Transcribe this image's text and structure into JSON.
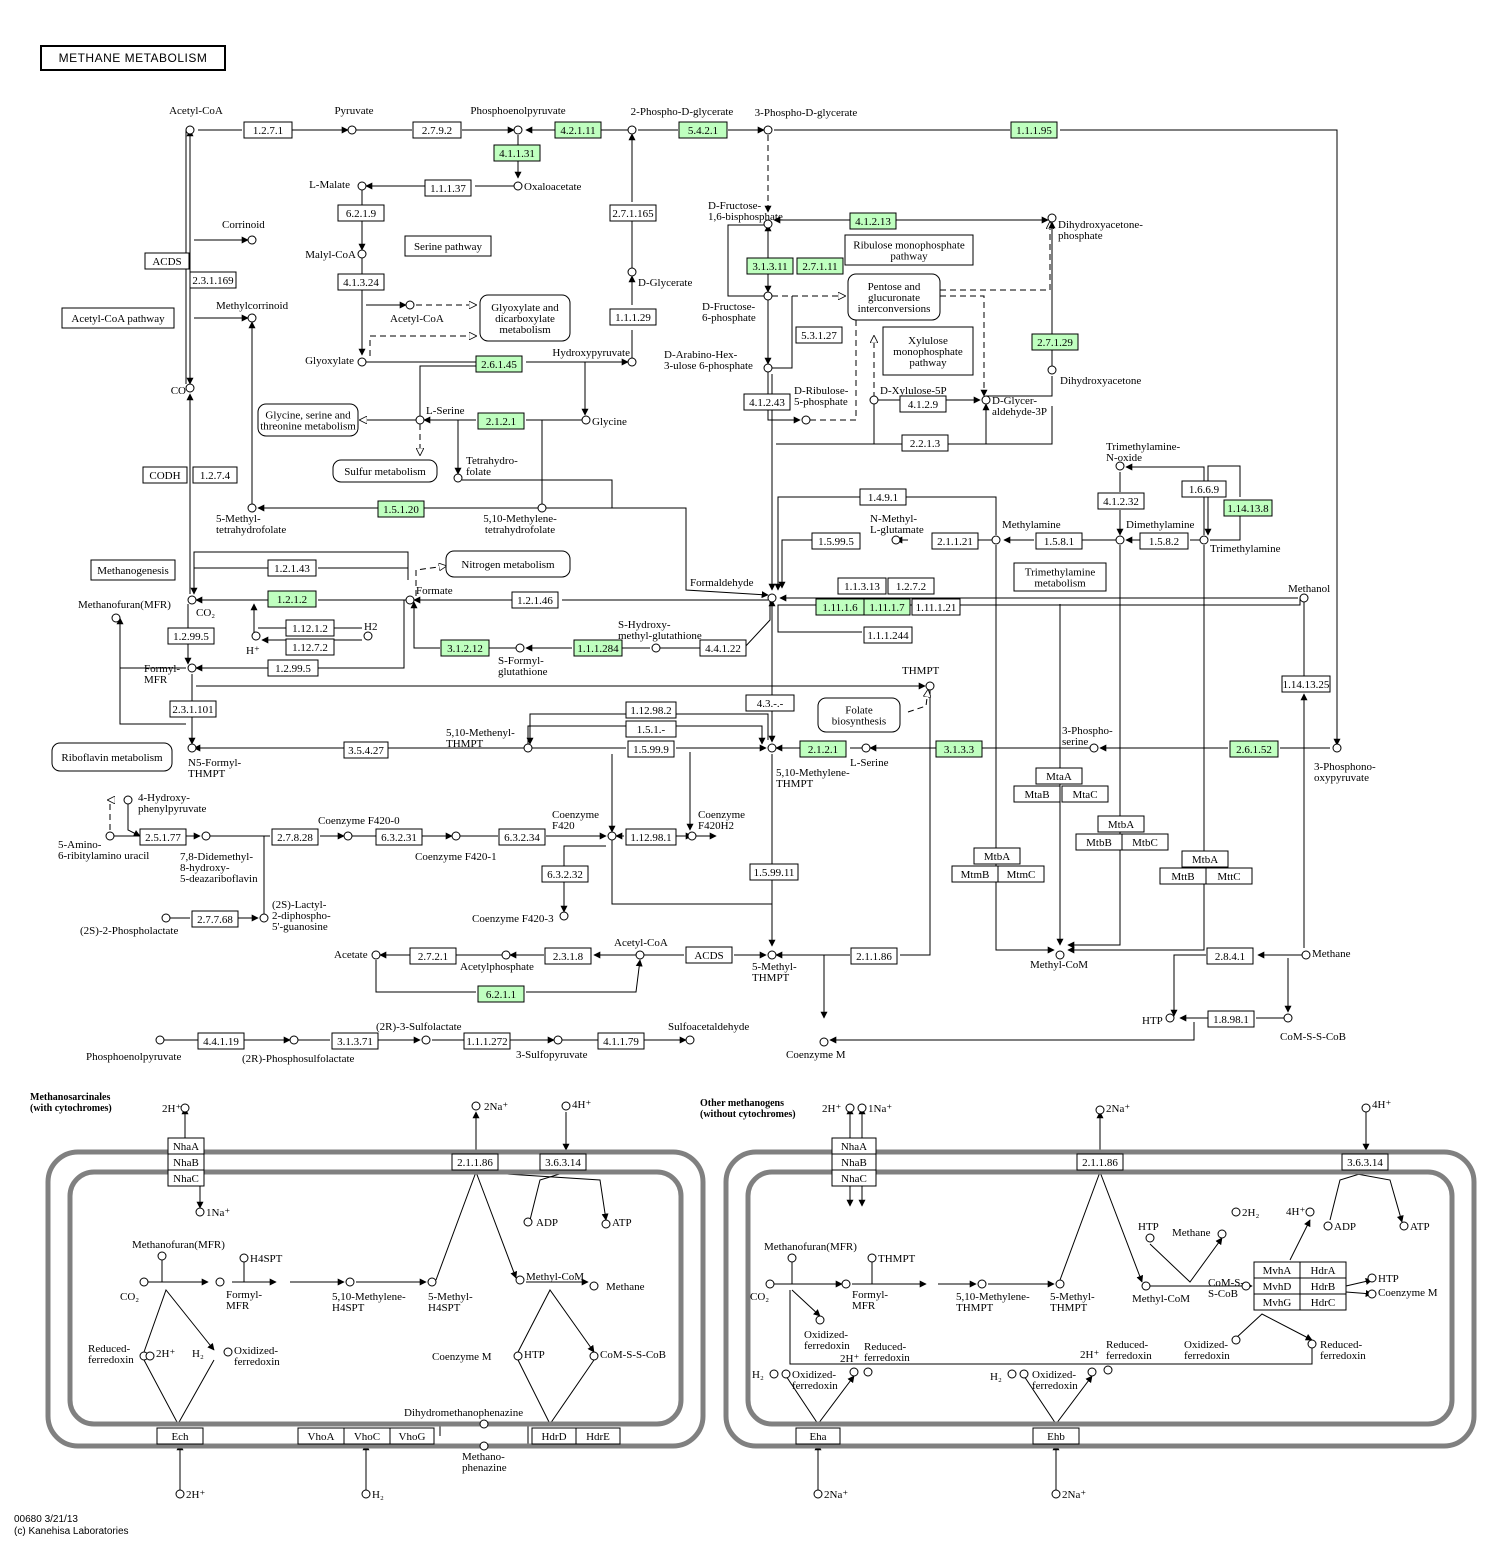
{
  "map": {
    "title": "METHANE METABOLISM",
    "map_id": "00680 3/21/13",
    "copyright": "(c) Kanehisa Laboratories",
    "highlight_color": "#bfffbf",
    "line_color": "#000000",
    "membrane_color": "#808080"
  },
  "compounds": [
    {
      "id": "acetyl-coa",
      "label": "Acetyl-CoA"
    },
    {
      "id": "pyruvate",
      "label": "Pyruvate"
    },
    {
      "id": "pep",
      "label": "Phosphoenolpyruvate"
    },
    {
      "id": "pg2",
      "label": "2-Phospho-D-glycerate"
    },
    {
      "id": "pg3",
      "label": "3-Phospho-D-glycerate"
    },
    {
      "id": "oxaloacetate",
      "label": "Oxaloacetate"
    },
    {
      "id": "l-malate",
      "label": "L-Malate"
    },
    {
      "id": "corrinoid",
      "label": "Corrinoid"
    },
    {
      "id": "malyl-coa",
      "label": "Malyl-CoA"
    },
    {
      "id": "methylcorrinoid",
      "label": "Methylcorrinoid"
    },
    {
      "id": "acetyl-coa-2",
      "label": "Acetyl-CoA"
    },
    {
      "id": "glyoxylate",
      "label": "Glyoxylate"
    },
    {
      "id": "hydroxypyruvate",
      "label": "Hydroxypyruvate"
    },
    {
      "id": "d-glycerate",
      "label": "D-Glycerate"
    },
    {
      "id": "co",
      "label": "CO"
    },
    {
      "id": "l-serine",
      "label": "L-Serine"
    },
    {
      "id": "glycine",
      "label": "Glycine"
    },
    {
      "id": "thf",
      "label": "Tetrahydro-\nfolate"
    },
    {
      "id": "mthf",
      "label": "5-Methyl-\ntetrahydrofolate"
    },
    {
      "id": "methylene-thf",
      "label": "5,10-Methylene-\ntetrahydrofolate"
    },
    {
      "id": "fbp",
      "label": "D-Fructose-\n1,6-bisphosphate"
    },
    {
      "id": "f6p",
      "label": "D-Fructose-\n6-phosphate"
    },
    {
      "id": "hu6p",
      "label": "D-Arabino-Hex-\n3-ulose 6-phosphate"
    },
    {
      "id": "ru5p",
      "label": "D-Ribulose-\n5-phosphate"
    },
    {
      "id": "xu5p",
      "label": "D-Xylulose-5P"
    },
    {
      "id": "g3p",
      "label": "D-Glycer-\naldehyde-3P"
    },
    {
      "id": "dhap",
      "label": "Dihydroxyacetone-\nphosphate"
    },
    {
      "id": "dha",
      "label": "Dihydroxyacetone"
    },
    {
      "id": "tmao",
      "label": "Trimethylamine-\nN-oxide"
    },
    {
      "id": "nmg",
      "label": "N-Methyl-\nL-glutamate"
    },
    {
      "id": "methylamine",
      "label": "Methylamine"
    },
    {
      "id": "dimethylamine",
      "label": "Dimethylamine"
    },
    {
      "id": "trimethylamine",
      "label": "Trimethylamine"
    },
    {
      "id": "formaldehyde",
      "label": "Formaldehyde"
    },
    {
      "id": "methanol",
      "label": "Methanol"
    },
    {
      "id": "methanofuran",
      "label": "Methanofuran(MFR)"
    },
    {
      "id": "co2",
      "label": "CO₂"
    },
    {
      "id": "formate",
      "label": "Formate"
    },
    {
      "id": "h2",
      "label": "H2"
    },
    {
      "id": "hplus",
      "label": "H⁺"
    },
    {
      "id": "formyl-mfr",
      "label": "Formyl-\nMFR"
    },
    {
      "id": "s-hmg",
      "label": "S-Hydroxy-\nmethyl-glutathione"
    },
    {
      "id": "s-fg",
      "label": "S-Formyl-\nglutathione"
    },
    {
      "id": "thmpt",
      "label": "THMPT"
    },
    {
      "id": "methenyl-thmpt",
      "label": "5,10-Methenyl-\nTHMPT"
    },
    {
      "id": "methylene-thmpt",
      "label": "5,10-Methylene-\nTHMPT"
    },
    {
      "id": "n5-formyl-thmpt",
      "label": "N5-Formyl-\nTHMPT"
    },
    {
      "id": "l-serine-2",
      "label": "L-Serine"
    },
    {
      "id": "phosphoserine",
      "label": "3-Phospho-\nserine"
    },
    {
      "id": "phosphooxypyruvate",
      "label": "3-Phosphono-\noxypyruvate"
    },
    {
      "id": "hppyr",
      "label": "4-Hydroxy-\nphenylpyruvate"
    },
    {
      "id": "arau",
      "label": "5-Amino-\n6-ribitylamino uracil"
    },
    {
      "id": "fo",
      "label": "7,8-Didemethyl-\n8-hydroxy-\n5-deazariboflavin"
    },
    {
      "id": "f420-0",
      "label": "Coenzyme F420-0"
    },
    {
      "id": "f420-1",
      "label": "Coenzyme F420-1"
    },
    {
      "id": "f420",
      "label": "Coenzyme\nF420"
    },
    {
      "id": "f420h2",
      "label": "Coenzyme\nF420H2"
    },
    {
      "id": "f420-3",
      "label": "Coenzyme F420-3"
    },
    {
      "id": "lactyl",
      "label": "(2S)-Lactyl-\n2-diphospho-\n5'-guanosine"
    },
    {
      "id": "phospholactate",
      "label": "(2S)-2-Phospholactate"
    },
    {
      "id": "acetate",
      "label": "Acetate"
    },
    {
      "id": "acetylphosphate",
      "label": "Acetylphosphate"
    },
    {
      "id": "acetyl-coa-3",
      "label": "Acetyl-CoA"
    },
    {
      "id": "methyl-thmpt",
      "label": "5-Methyl-\nTHMPT"
    },
    {
      "id": "methyl-com",
      "label": "Methyl-CoM"
    },
    {
      "id": "methane",
      "label": "Methane"
    },
    {
      "id": "htp",
      "label": "HTP"
    },
    {
      "id": "com-s-s-cob",
      "label": "CoM-S-S-CoB"
    },
    {
      "id": "coenzyme-m",
      "label": "Coenzyme M"
    },
    {
      "id": "pep-2",
      "label": "Phosphoenolpyruvate"
    },
    {
      "id": "phosphosulfolactate",
      "label": "(2R)-Phosphosulfolactate"
    },
    {
      "id": "sulfolactate",
      "label": "(2R)-3-Sulfolactate"
    },
    {
      "id": "sulfopyruvate",
      "label": "3-Sulfopyruvate"
    },
    {
      "id": "sulfoacetaldehyde",
      "label": "Sulfoacetaldehyde"
    }
  ],
  "enzymes": [
    "1.2.7.1",
    "2.7.9.2",
    "4.2.1.11",
    "5.4.2.1",
    "1.1.1.95",
    "4.1.1.31",
    "1.1.1.37",
    "6.2.1.9",
    "2.7.1.165",
    "4.1.2.13",
    "3.1.3.11",
    "2.7.1.11",
    "ACDS",
    "2.3.1.169",
    "4.1.3.24",
    "1.1.1.29",
    "5.3.1.27",
    "2.6.1.45",
    "2.7.1.29",
    "4.1.2.43",
    "4.1.2.9",
    "2.1.2.1",
    "2.2.1.3",
    "CODH",
    "1.2.7.4",
    "1.5.1.20",
    "1.4.9.1",
    "4.1.2.32",
    "1.6.6.9",
    "1.14.13.8",
    "1.5.99.5",
    "2.1.1.21",
    "1.5.8.1",
    "1.5.8.2",
    "1.2.1.43",
    "1.1.3.13",
    "1.2.1.2",
    "1.12.1.2",
    "1.12.7.2",
    "1.2.1.46",
    "1.2.7.2",
    "1.11.1.6",
    "1.11.1.7",
    "1.11.1.21",
    "1.2.99.5",
    "1.1.1.244",
    "3.1.2.12",
    "1.1.1.284",
    "4.4.1.22",
    "1.14.13.25",
    "2.3.1.101",
    "4.3.-.-",
    "1.12.98.2",
    "1.5.1.-",
    "3.5.4.27",
    "1.5.99.9",
    "2.1.2.1",
    "3.1.3.3",
    "2.6.1.52",
    "MtaA",
    "MtaB",
    "MtaC",
    "MtbA",
    "MtbB",
    "MtbC",
    "MtbA",
    "MtmB",
    "MtmC",
    "MttB",
    "MttC",
    "2.5.1.77",
    "2.7.8.28",
    "6.3.2.31",
    "6.3.2.34",
    "1.12.98.1",
    "6.3.2.32",
    "1.5.99.11",
    "2.7.7.68",
    "2.7.2.1",
    "2.3.1.8",
    "ACDS",
    "2.1.1.86",
    "2.8.4.1",
    "6.2.1.1",
    "1.8.98.1",
    "4.4.1.19",
    "3.1.3.71",
    "1.1.1.272",
    "4.1.1.79"
  ],
  "pathway_links": [
    "Serine pathway",
    "Acetyl-CoA pathway",
    "Glyoxylate and\ndicarboxylate\nmetabolism",
    "Ribulose monophosphate\npathway",
    "Pentose and\nglucuronate\ninterconversions",
    "Xylulose\nmonophosphate\npathway",
    "Glycine, serine and\nthreonine metabolism",
    "Sulfur metabolism",
    "Methanogenesis",
    "Nitrogen metabolism",
    "Trimethylamine\nmetabolism",
    "Folate\nbiosynthesis",
    "Riboflavin metabolism"
  ],
  "membrane_left": {
    "heading": "Methanosarcinales\n(with cytochromes)",
    "labels": [
      "2H⁺",
      "NhaA",
      "NhaB",
      "NhaC",
      "1Na⁺",
      "2Na⁺",
      "4H⁺",
      "2.1.1.86",
      "3.6.3.14",
      "ADP",
      "ATP",
      "Methanofuran(MFR)",
      "H4SPT",
      "CO₂",
      "Formyl-\nMFR",
      "5,10-Methylene-\nH4SPT",
      "5-Methyl-\nH4SPT",
      "Methyl-CoM",
      "Methane",
      "Reduced-\nferredoxin",
      "2H⁺",
      "H₂",
      "Oxidized-\nferredoxin",
      "Coenzyme M",
      "HTP",
      "CoM-S-S-CoB",
      "Dihydromethanophenazine",
      "Methano-\nphenazine",
      "Ech",
      "VhoA",
      "VhoC",
      "VhoG",
      "HdrD",
      "HdrE",
      "2H⁺",
      "H₂"
    ]
  },
  "membrane_right": {
    "heading": "Other methanogens\n(without cytochromes)",
    "labels": [
      "2H⁺",
      "1Na⁺",
      "NhaA",
      "NhaB",
      "NhaC",
      "2Na⁺",
      "4H⁺",
      "2.1.1.86",
      "3.6.3.14",
      "ADP",
      "ATP",
      "HTP",
      "Methane",
      "2H₂",
      "4H⁺",
      "Methanofuran(MFR)",
      "THMPT",
      "CO₂",
      "Formyl-\nMFR",
      "5,10-Methylene-\nTHMPT",
      "5-Methyl-\nTHMPT",
      "Methyl-CoM",
      "CoM-S-\nS-CoB",
      "MvhA",
      "HdrA",
      "MvhD",
      "HdrB",
      "MvhG",
      "HdrC",
      "HTP",
      "Coenzyme M",
      "Oxidized-\nferredoxin",
      "Reduced-\nferredoxin",
      "Oxidized-\nferredoxin",
      "2H⁺",
      "Reduced-\nferredoxin",
      "H₂",
      "Oxidized-\nferredoxin",
      "2H⁺",
      "Reduced-\nferredoxin",
      "H₂",
      "Oxidized-\nferredoxin",
      "Eha",
      "Ehb",
      "2Na⁺",
      "2Na⁺"
    ]
  }
}
